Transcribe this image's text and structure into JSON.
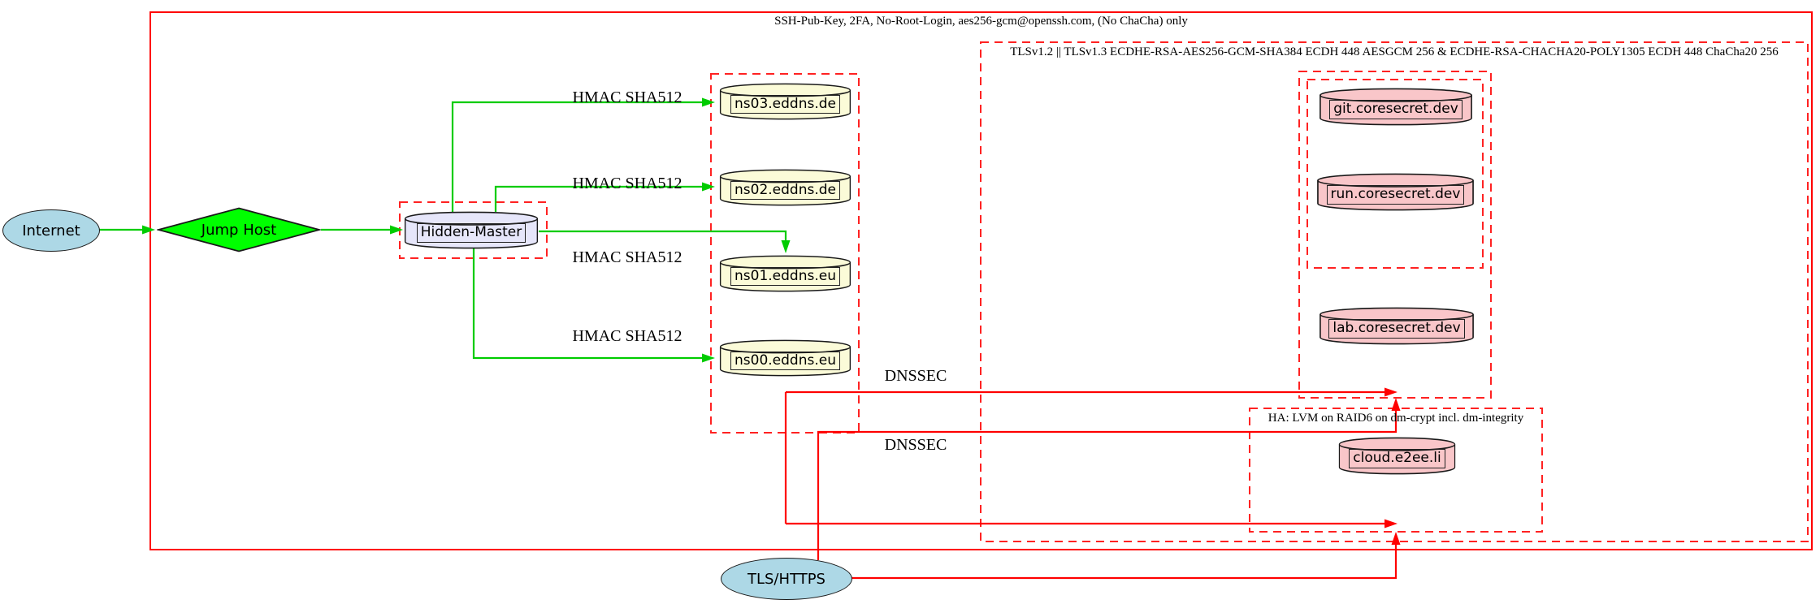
{
  "diagram": {
    "clusters": {
      "ssh": {
        "label": "SSH-Pub-Key, 2FA, No-Root-Login, aes256-gcm@openssh.com, (No ChaCha) only"
      },
      "tls": {
        "label": "TLSv1.2 || TLSv1.3 ECDHE-RSA-AES256-GCM-SHA384 ECDH 448 AESGCM 256 & ECDHE-RSA-CHACHA20-POLY1305 ECDH 448 ChaCha20 256"
      },
      "ha": {
        "label": "HA: LVM on RAID6 on dm-crypt incl. dm-integrity"
      }
    },
    "nodes": {
      "internet": {
        "label": "Internet",
        "shape": "ellipse"
      },
      "jump_host": {
        "label": "Jump Host",
        "shape": "diamond"
      },
      "hidden_master": {
        "label": "Hidden-Master",
        "shape": "cylinder"
      },
      "ns03": {
        "label": "ns03.eddns.de",
        "shape": "cylinder"
      },
      "ns02": {
        "label": "ns02.eddns.de",
        "shape": "cylinder"
      },
      "ns01": {
        "label": "ns01.eddns.eu",
        "shape": "cylinder"
      },
      "ns00": {
        "label": "ns00.eddns.eu",
        "shape": "cylinder"
      },
      "git": {
        "label": "git.coresecret.dev",
        "shape": "cylinder"
      },
      "run": {
        "label": "run.coresecret.dev",
        "shape": "cylinder"
      },
      "lab": {
        "label": "lab.coresecret.dev",
        "shape": "cylinder"
      },
      "cloud": {
        "label": "cloud.e2ee.li",
        "shape": "cylinder"
      },
      "tls_https": {
        "label": "TLS/HTTPS",
        "shape": "ellipse"
      }
    },
    "edge_labels": {
      "hmac": [
        "HMAC SHA512",
        "HMAC SHA512",
        "HMAC SHA512",
        "HMAC SHA512"
      ],
      "dnssec": [
        "DNSSEC",
        "DNSSEC"
      ]
    },
    "edges": [
      {
        "from": "internet",
        "to": "jump_host",
        "color": "green",
        "label": ""
      },
      {
        "from": "jump_host",
        "to": "hidden_master",
        "color": "green",
        "label": ""
      },
      {
        "from": "hidden_master",
        "to": "ns03",
        "color": "green",
        "label": "HMAC SHA512"
      },
      {
        "from": "hidden_master",
        "to": "ns02",
        "color": "green",
        "label": "HMAC SHA512"
      },
      {
        "from": "hidden_master",
        "to": "ns01",
        "color": "green",
        "label": "HMAC SHA512"
      },
      {
        "from": "hidden_master",
        "to": "ns00",
        "color": "green",
        "label": "HMAC SHA512"
      },
      {
        "from": "ns00",
        "to": "coresecret-cluster",
        "color": "red",
        "label": "DNSSEC"
      },
      {
        "from": "ns00",
        "to": "ha-cluster",
        "color": "red",
        "label": "DNSSEC"
      },
      {
        "from": "tls_https",
        "to": "coresecret-cluster",
        "color": "red",
        "label": ""
      },
      {
        "from": "tls_https",
        "to": "ha-cluster",
        "color": "red",
        "label": ""
      }
    ],
    "colors": {
      "edge_green": "#00cc00",
      "node_green": "#00ff00",
      "edge_red": "#ff0000",
      "cluster_red": "#ff2222",
      "node_blue": "#add8e6",
      "node_lavender": "#e6e6fa",
      "node_yellow": "#fbfbd8",
      "node_pink": "#f9c6c9"
    }
  }
}
